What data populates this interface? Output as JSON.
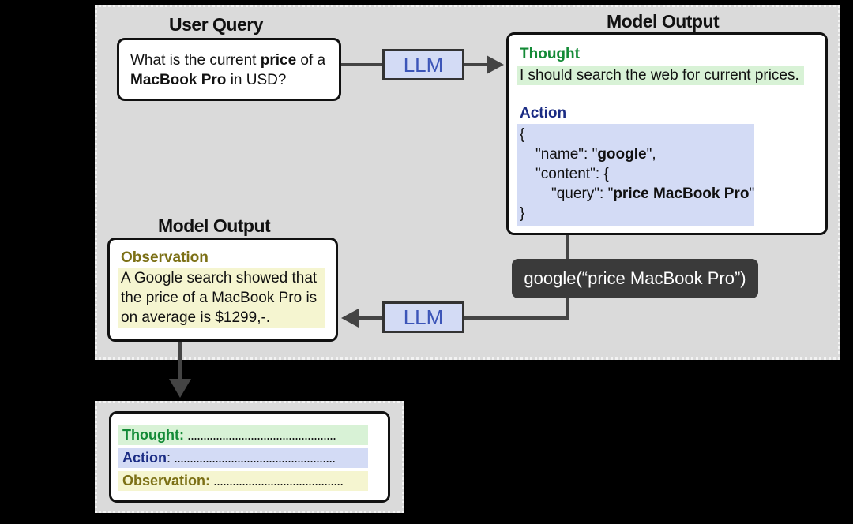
{
  "top_panel": {
    "user_query": {
      "title": "User Query",
      "line1_pre": "What is the current ",
      "line1_bold": "price",
      "line1_post": " of a",
      "line2_bold": "MacBook Pro",
      "line2_post": " in USD?"
    },
    "llm_top": "LLM",
    "llm_bottom": "LLM",
    "model_output_top": {
      "title": "Model Output",
      "thought_label": "Thought",
      "thought_text": "I should search the web for current prices.",
      "action_label": "Action",
      "code": {
        "open_brace": "{",
        "name_key": "\"name\": \"",
        "name_value": "google",
        "name_end": "\",",
        "content_key": "\"content\": {",
        "query_key": "\"query\": \"",
        "query_value": "price MacBook Pro",
        "query_end": "\"",
        "close_brace": "}"
      }
    },
    "tool_call": "google(“price MacBook Pro”)",
    "model_output_bottom": {
      "title": "Model Output",
      "observation_label": "Observation",
      "line1": "A Google search showed that",
      "line2": "the price of a MacBook Pro is",
      "line3": "on average is $1299,-."
    }
  },
  "summary_panel": {
    "thought_label": "Thought:",
    "thought_dots": " ...............................................",
    "action_label": "Action",
    "action_colon": ":",
    "action_dots": " ...................................................",
    "observation_label": "Observation:",
    "observation_dots": " ........................................."
  }
}
